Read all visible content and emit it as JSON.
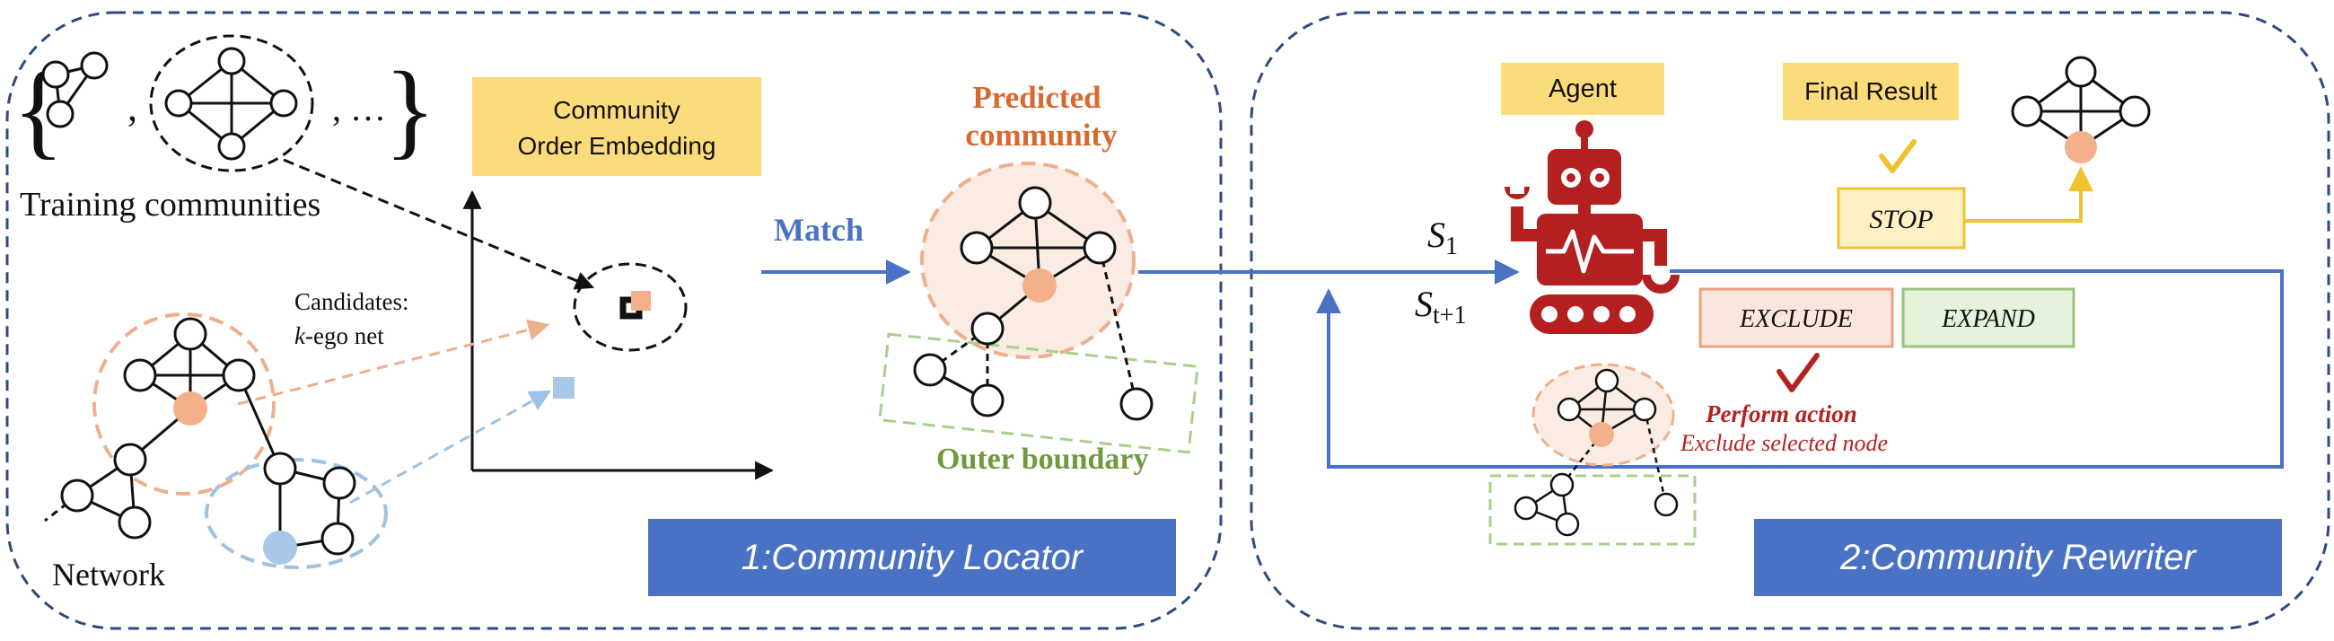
{
  "colors": {
    "panel_border": "#2e4a7d",
    "blue_bar": "#4a72c4",
    "yellow_box": "#fcdc7a",
    "orange_ring": "#eeaf8b",
    "orange_node": "#f3b08a",
    "orange_fill": "#fbece3",
    "green_dash": "#a7d08c",
    "blue_node": "#a9c7e6",
    "blue_ring": "#9ec2e3",
    "robot_red": "#b41f1f",
    "match_blue": "#4a72c4",
    "predicted_orange": "#d8692e",
    "outer_green": "#6f9a3d",
    "exclude_fill": "#fbe6dd",
    "exclude_border": "#e9a383",
    "expand_fill": "#e5f2dc",
    "expand_border": "#9cc27e",
    "check_yellow": "#f0c230",
    "check_red": "#b42222",
    "perform_red": "#b42222"
  },
  "left_panel": {
    "training": {
      "brace_open": "{",
      "comma": ",",
      "ellipsis": ", …",
      "brace_close": "}",
      "label": "Training communities"
    },
    "embedding_box": {
      "line1": "Community",
      "line2": "Order Embedding"
    },
    "candidates": {
      "line1": "Candidates:",
      "line2_italic": "k",
      "line2_rest": "-ego net"
    },
    "network_label": "Network",
    "match_label": "Match",
    "predicted": {
      "line1": "Predicted",
      "line2": "community"
    },
    "outer_boundary": "Outer boundary",
    "title": "1:Community Locator"
  },
  "right_panel": {
    "agent_label": "Agent",
    "final_result_label": "Final Result",
    "stop_label": "STOP",
    "state_s1": {
      "base": "S",
      "sub": "1"
    },
    "state_st1": {
      "base": "S",
      "sub": "t+1"
    },
    "exclude_label": "EXCLUDE",
    "expand_label": "EXPAND",
    "perform_action": "Perform action",
    "exclude_node": "Exclude selected node",
    "title": "2:Community Rewriter"
  },
  "icons": {
    "robot": "robot-agent-icon",
    "check_yellow": "checkmark-icon",
    "check_red": "checkmark-icon"
  }
}
